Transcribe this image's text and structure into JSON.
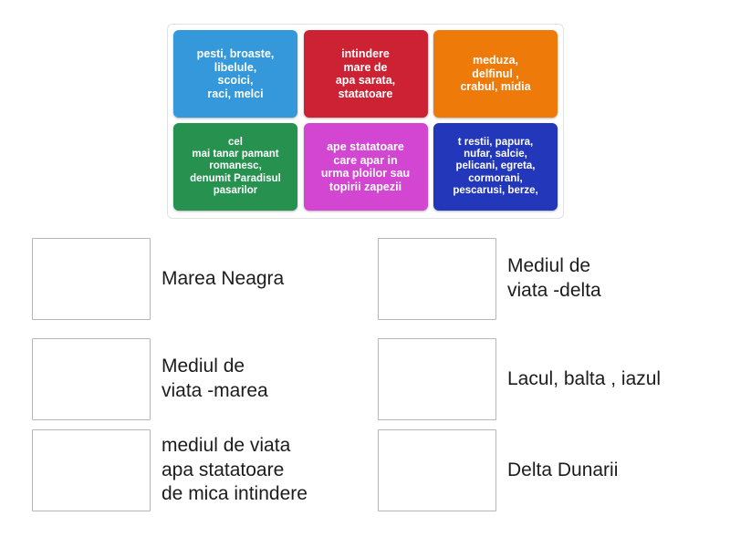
{
  "activity": {
    "type": "match-up",
    "tile_bank": {
      "name": "draggable-tile-bank",
      "tiles": [
        {
          "id": "tile-1",
          "text": "pesti, broaste,\nlibelule,\nscoici,\nraci, melci",
          "color": "#3498db",
          "size_class": "mid-text"
        },
        {
          "id": "tile-2",
          "text": "intindere\nmare de\napa sarata,\nstatatoare",
          "color": "#cc2233",
          "size_class": "mid-text"
        },
        {
          "id": "tile-3",
          "text": "meduza,\ndelfinul ,\ncrabul, midia",
          "color": "#ee7a0a",
          "size_class": "mid-text"
        },
        {
          "id": "tile-4",
          "text": "cel\nmai tanar pamant\nromanesc,\ndenumit Paradisul\npasarilor",
          "color": "#27914f",
          "size_class": "small-text"
        },
        {
          "id": "tile-5",
          "text": "ape statatoare\ncare apar in\nurma ploilor sau\ntopirii zapezii",
          "color": "#d246d2",
          "size_class": "mid-text"
        },
        {
          "id": "tile-6",
          "text": "t restii, papura,\nnufar, salcie,\npelicani, egreta,\ncormorani,\npescarusi, berze,",
          "color": "#2337bb",
          "size_class": "small-text"
        }
      ]
    },
    "answers": {
      "left_column": [
        {
          "id": "drop-1",
          "label": "Marea Neagra",
          "dropped_tile": ""
        },
        {
          "id": "drop-2",
          "label": "Mediul de\nviata -marea",
          "dropped_tile": ""
        },
        {
          "id": "drop-3",
          "label": "mediul de viata\napa statatoare\nde mica intindere",
          "dropped_tile": ""
        }
      ],
      "right_column": [
        {
          "id": "drop-4",
          "label": "Mediul de\nviata -delta",
          "dropped_tile": ""
        },
        {
          "id": "drop-5",
          "label": "Lacul, balta , iazul",
          "dropped_tile": ""
        },
        {
          "id": "drop-6",
          "label": "Delta Dunarii",
          "dropped_tile": ""
        }
      ]
    },
    "colors": {
      "page_background": "#ffffff",
      "panel_border": "#e2e2e2",
      "dropzone_border": "#b6b6b6",
      "label_text": "#1c1c1c",
      "tile_text": "#ffffff"
    }
  }
}
